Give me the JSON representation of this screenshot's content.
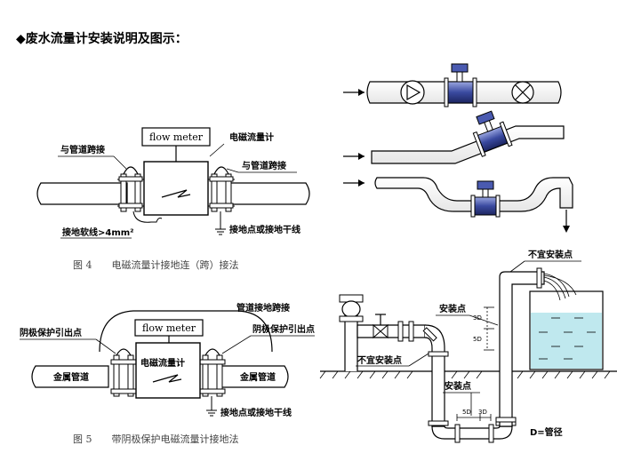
{
  "title": "◆废水流量计安装说明及图示：",
  "fig4": {
    "meter_label": "flow meter",
    "label_meter_cn": "电磁流量计",
    "label_bond_left": "与管道跨接",
    "label_bond_right": "与管道跨接",
    "label_ground_wire": "接地软线>4mm²",
    "label_ground_point": "接地点或接地干线",
    "caption": "图 4　　电磁流量计接地连（跨）接法"
  },
  "fig5": {
    "meter_label": "flow meter",
    "label_meter_cn": "电磁流量计",
    "label_bond": "管道接地跨接",
    "label_cathode_left": "阴极保护引出点",
    "label_cathode_right": "阴极保护引出点",
    "label_pipe_left": "金属管道",
    "label_pipe_right": "金属管道",
    "label_ground_point": "接地点或接地干线",
    "caption": "图 5　　带阴极保护电磁流量计接地法"
  },
  "fig_install": {
    "label_bad_top": "不宜安装点",
    "label_good_upper": "安装点",
    "label_bad_lower": "不宜安装点",
    "label_good_lower": "安装点",
    "dim_3d": "3D",
    "dim_5d": "5D",
    "dim_5d_bottom": "5D",
    "dim_3d_bottom": "3D",
    "label_pipe_dia": "D=管径"
  },
  "colors": {
    "water": "#bfe8ee",
    "meter_body": "#3a4aa0",
    "line": "#000000"
  }
}
